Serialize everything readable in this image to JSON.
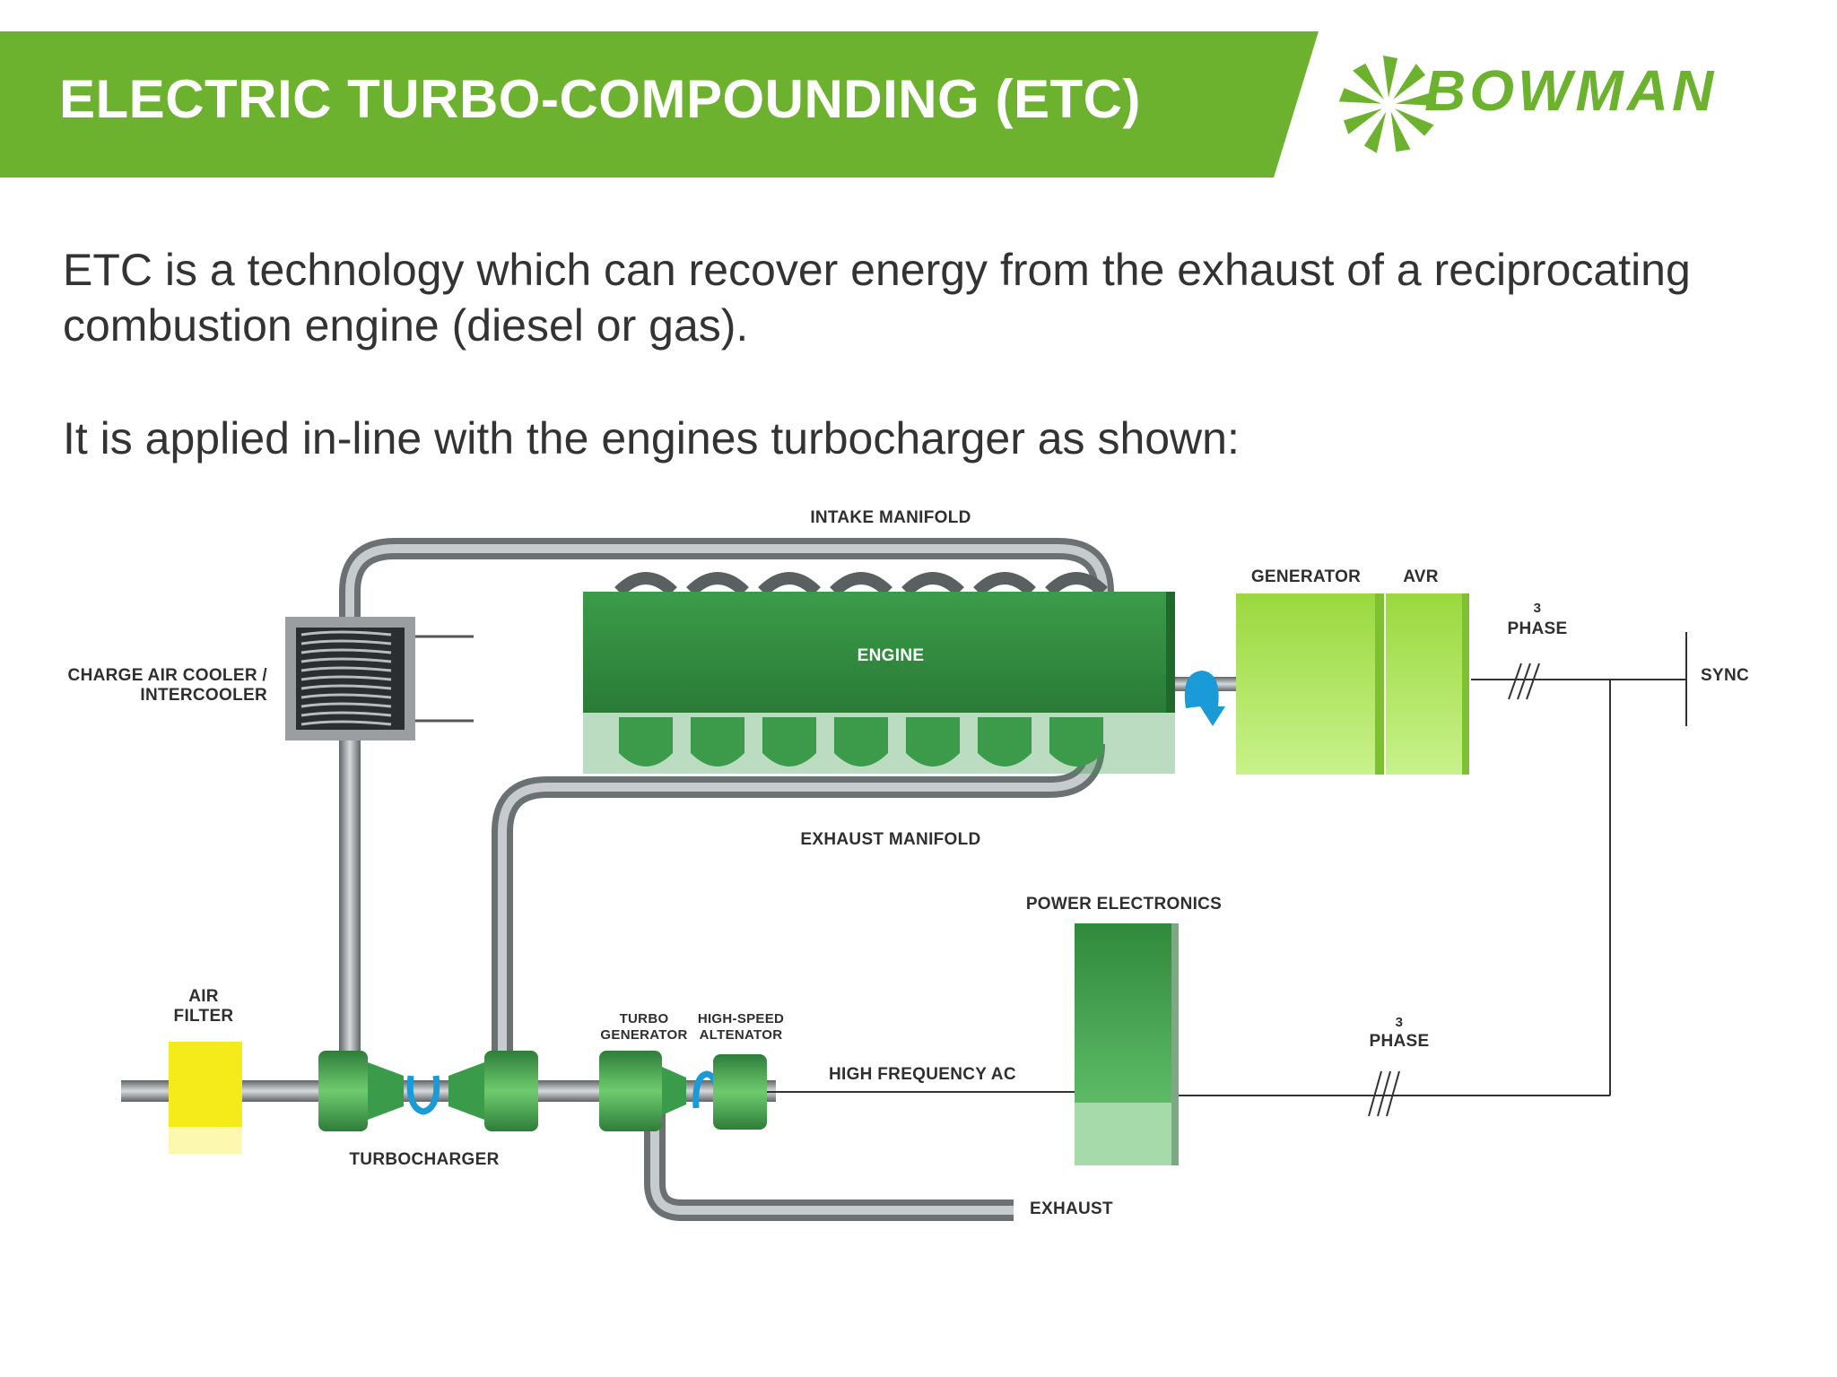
{
  "header": {
    "title": "ELECTRIC TURBO-COMPOUNDING (ETC)",
    "logo_text": "BOWMAN",
    "brand_color": "#6cb22e"
  },
  "intro": {
    "line1": "ETC is a technology which can recover energy from the exhaust of a reciprocating combustion engine (diesel or gas).",
    "line2": "It is applied in-line with the engines turbocharger as shown:"
  },
  "diagram": {
    "labels": {
      "intake_manifold": "INTAKE MANIFOLD",
      "engine": "ENGINE",
      "generator": "GENERATOR",
      "avr": "AVR",
      "three_phase_top_num": "3",
      "three_phase_top": "PHASE",
      "sync": "SYNC",
      "charge_air_cooler_1": "CHARGE AIR COOLER /",
      "charge_air_cooler_2": "INTERCOOLER",
      "exhaust_manifold": "EXHAUST MANIFOLD",
      "power_electronics": "POWER ELECTRONICS",
      "air_filter_1": "AIR",
      "air_filter_2": "FILTER",
      "turbo_generator_1": "TURBO",
      "turbo_generator_2": "GENERATOR",
      "high_speed_alt_1": "HIGH-SPEED",
      "high_speed_alt_2": "ALTENATOR",
      "high_frequency_ac": "HIGH FREQUENCY AC",
      "three_phase_bottom_num": "3",
      "three_phase_bottom": "PHASE",
      "turbocharger": "TURBOCHARGER",
      "exhaust": "EXHAUST"
    },
    "colors": {
      "engine": "#2e8b3e",
      "generator": "#a6e04a",
      "components": "#3a9a48",
      "air_filter": "#f5ea1a",
      "pipe": "#8a8f93",
      "rotation_arrow": "#1a9ad6",
      "wire": "#333333"
    },
    "icons": [
      "rotation-arrow-icon",
      "bowman-fan-icon"
    ]
  }
}
